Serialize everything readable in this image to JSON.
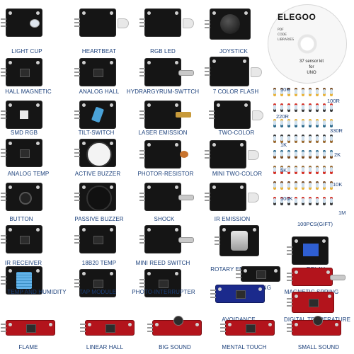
{
  "product": {
    "disc": {
      "brand": "ELEGOO",
      "small_lines": [
        "PDF",
        "CODE",
        "LIBRARIES"
      ],
      "line1": "37 sensor kit",
      "line2": "for",
      "line3": "UNO"
    },
    "modules": [
      {
        "label": "LIGHT CUP",
        "color": "black",
        "feature": "leds"
      },
      {
        "label": "HEARTBEAT",
        "color": "black",
        "feature": "led-clear"
      },
      {
        "label": "RGB LED",
        "color": "black",
        "feature": "led-clear"
      },
      {
        "label": "JOYSTICK",
        "color": "black",
        "feature": "joystick"
      },
      {
        "label": "HALL MAGNETIC",
        "color": "black",
        "feature": "sensor"
      },
      {
        "label": "ANALOG HALL",
        "color": "black",
        "feature": "sensor"
      },
      {
        "label": "HYDRARGYRUM-SWTTCH",
        "color": "black",
        "feature": "tube"
      },
      {
        "label": "7 COLOR FLASH",
        "color": "black",
        "feature": "led-clear"
      },
      {
        "label": "SMD RGB",
        "color": "black",
        "feature": "smd"
      },
      {
        "label": "TILT-SWITCH",
        "color": "black",
        "feature": "tilt"
      },
      {
        "label": "LASER EMISSION",
        "color": "black",
        "feature": "laser"
      },
      {
        "label": "TWO-COLOR",
        "color": "black",
        "feature": "led-clear"
      },
      {
        "label": "ANALOG TEMP",
        "color": "black",
        "feature": "sensor"
      },
      {
        "label": "ACTIVE BUZZER",
        "color": "black",
        "feature": "buzzer"
      },
      {
        "label": "PHOTOR-RESISTOR",
        "color": "black",
        "feature": "photo"
      },
      {
        "label": "MINI TWO-COLOR",
        "color": "black",
        "feature": "led-clear"
      },
      {
        "label": "BUTTON",
        "color": "black",
        "feature": "button"
      },
      {
        "label": "PASSIVE BUZZER",
        "color": "black",
        "feature": "buzzer"
      },
      {
        "label": "SHOCK",
        "color": "black",
        "feature": "tube"
      },
      {
        "label": "IR EMISSION",
        "color": "black",
        "feature": "led-clear"
      },
      {
        "label": "IR RECEIVER",
        "color": "black",
        "feature": "sensor"
      },
      {
        "label": "18B20 TEMP",
        "color": "black",
        "feature": "sensor"
      },
      {
        "label": "MINI REED SWITCH",
        "color": "black",
        "feature": "tube"
      },
      {
        "label": "ROTARY ENCODERS",
        "color": "black",
        "feature": "knob"
      },
      {
        "label": "RELAY",
        "color": "black",
        "feature": "relay"
      },
      {
        "label": "TRACKING",
        "color": "black",
        "feature": "sensor"
      },
      {
        "label": "MAGNETIC SPRING",
        "color": "red",
        "feature": "tube"
      },
      {
        "label": "TEMP AND HUMIDITY",
        "color": "black",
        "feature": "dht"
      },
      {
        "label": "TAP MODULE",
        "color": "black",
        "feature": "sensor"
      },
      {
        "label": "PHOTO-INTERRUPTER",
        "color": "black",
        "feature": "sensor"
      },
      {
        "label": "AVOIDANCE",
        "color": "blue",
        "feature": "sensor"
      },
      {
        "label": "DIGITAL TEMPERATURE",
        "color": "red",
        "feature": "sensor"
      },
      {
        "label": "FLAME",
        "color": "red",
        "feature": "sensor"
      },
      {
        "label": "LINEAR HALL",
        "color": "red",
        "feature": "sensor"
      },
      {
        "label": "BIG SOUND",
        "color": "red",
        "feature": "mic"
      },
      {
        "label": "MENTAL TOUCH",
        "color": "red",
        "feature": "sensor"
      },
      {
        "label": "SMALL SOUND",
        "color": "red",
        "feature": "mic"
      }
    ],
    "resistors": {
      "values": [
        "10R",
        "100R",
        "220R",
        "330R",
        "1K",
        "2K",
        "5K",
        "10K",
        "100K",
        "1M"
      ],
      "note": "100PCS(GIFT)",
      "band_colors": [
        "#7a4a1e",
        "#d62f25",
        "#e8b33a",
        "#3b3b3b",
        "#2d6a8a",
        "#9b6a2f"
      ]
    }
  }
}
